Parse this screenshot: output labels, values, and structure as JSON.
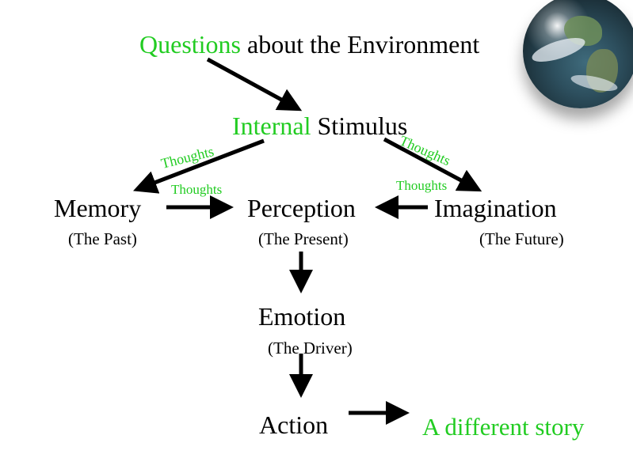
{
  "title": {
    "highlight": "Questions",
    "rest": " about the Environment"
  },
  "stimulus": {
    "highlight": "Internal",
    "rest": " Stimulus"
  },
  "nodes": {
    "memory": {
      "label": "Memory",
      "sub": "(The Past)"
    },
    "perception": {
      "label": "Perception",
      "sub": "(The Present)"
    },
    "imagination": {
      "label": "Imagination",
      "sub": "(The Future)"
    },
    "emotion": {
      "label": "Emotion",
      "sub": "(The Driver)"
    },
    "action": {
      "label": "Action"
    },
    "outcome": {
      "label": "A different story"
    }
  },
  "thoughts": {
    "left_curved": "Thoughts",
    "right_curved": "Thoughts",
    "left_straight": "Thoughts",
    "right_straight": "Thoughts"
  },
  "colors": {
    "accent": "#22cc22",
    "text": "#000000"
  },
  "icons": {
    "globe": "earth-globe-icon"
  }
}
